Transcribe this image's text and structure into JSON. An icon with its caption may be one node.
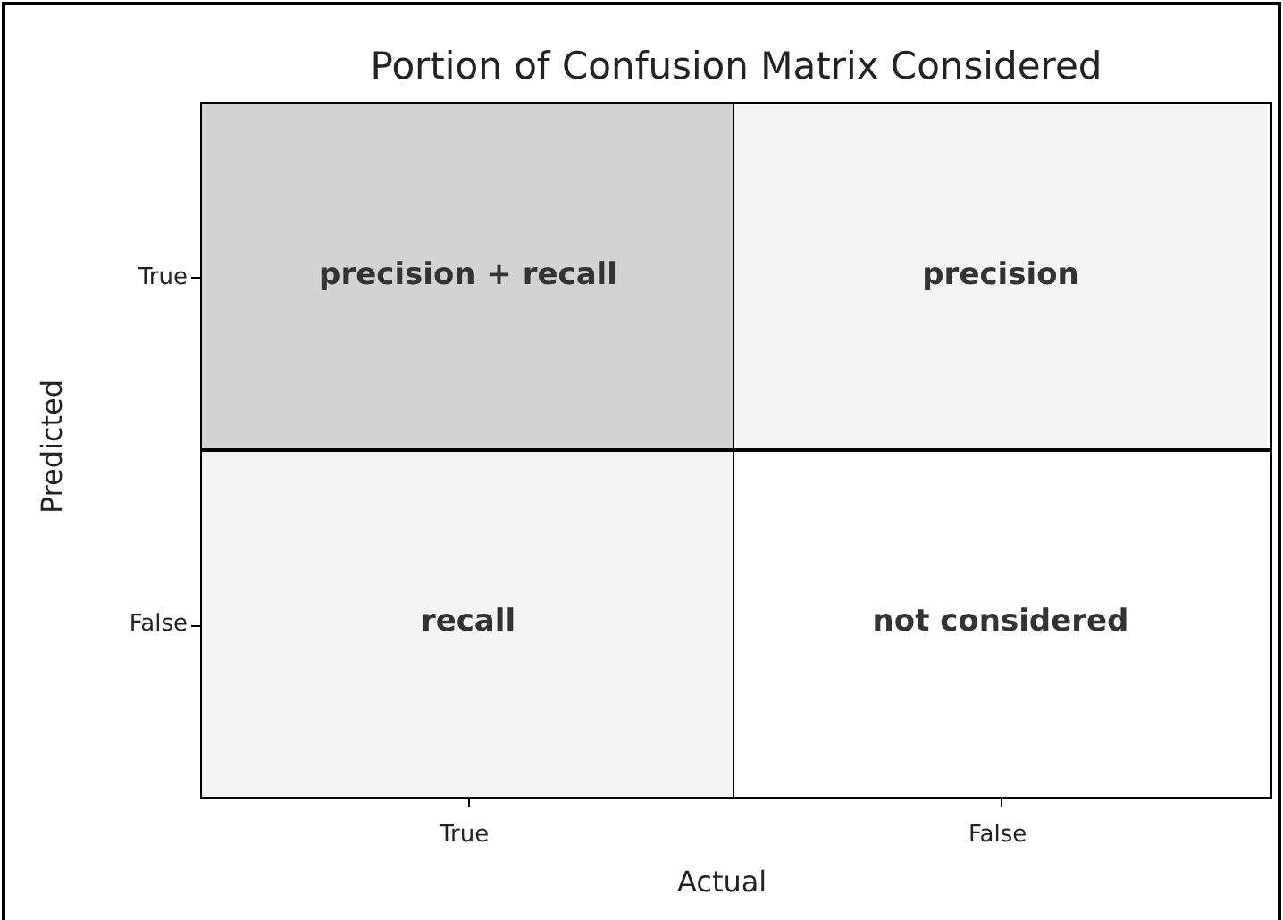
{
  "diagram": {
    "title": "Portion of Confusion Matrix Considered",
    "nodes": [
      {
        "text": [
          "precision + recall"
        ]
      },
      {
        "text": [
          "precision"
        ]
      },
      {
        "text": [
          "recall"
        ]
      },
      {
        "text": [
          "not considered"
        ]
      }
    ],
    "labels": [
      "True",
      "Predicted",
      "False",
      "True",
      "False",
      "Actual"
    ]
  }
}
